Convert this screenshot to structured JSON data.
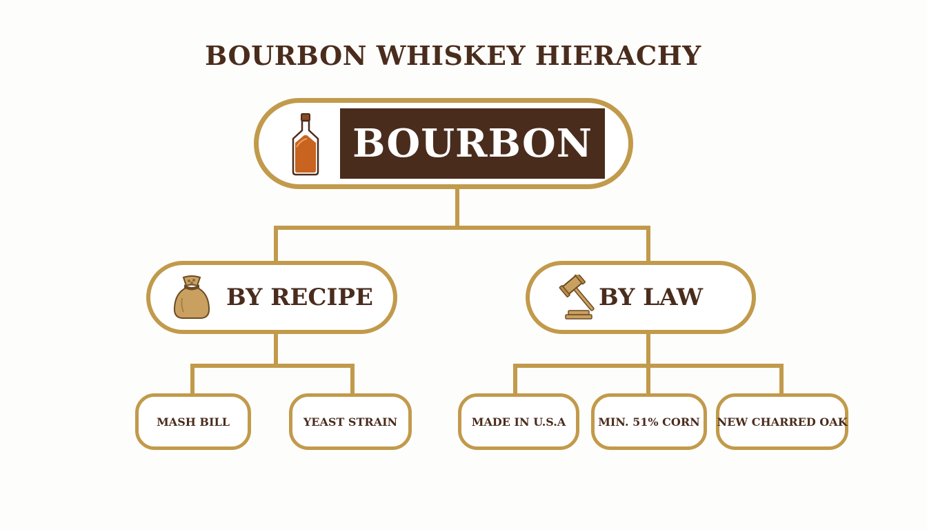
{
  "title": "BOURBON WHISKEY HIERACHY",
  "colors": {
    "accent": "#c19a4b",
    "brown": "#4a2c1d",
    "amber": "#c8641f",
    "background": "#fdfdfb"
  },
  "root": {
    "label": "BOURBON",
    "icon": "whiskey-bottle-icon"
  },
  "branches": [
    {
      "label": "BY RECIPE",
      "icon": "grain-sack-icon",
      "children": [
        "MASH BILL",
        "YEAST STRAIN"
      ]
    },
    {
      "label": "BY LAW",
      "icon": "gavel-icon",
      "children": [
        "MADE IN U.S.A",
        "MIN. 51% CORN",
        "NEW CHARRED OAK"
      ]
    }
  ]
}
